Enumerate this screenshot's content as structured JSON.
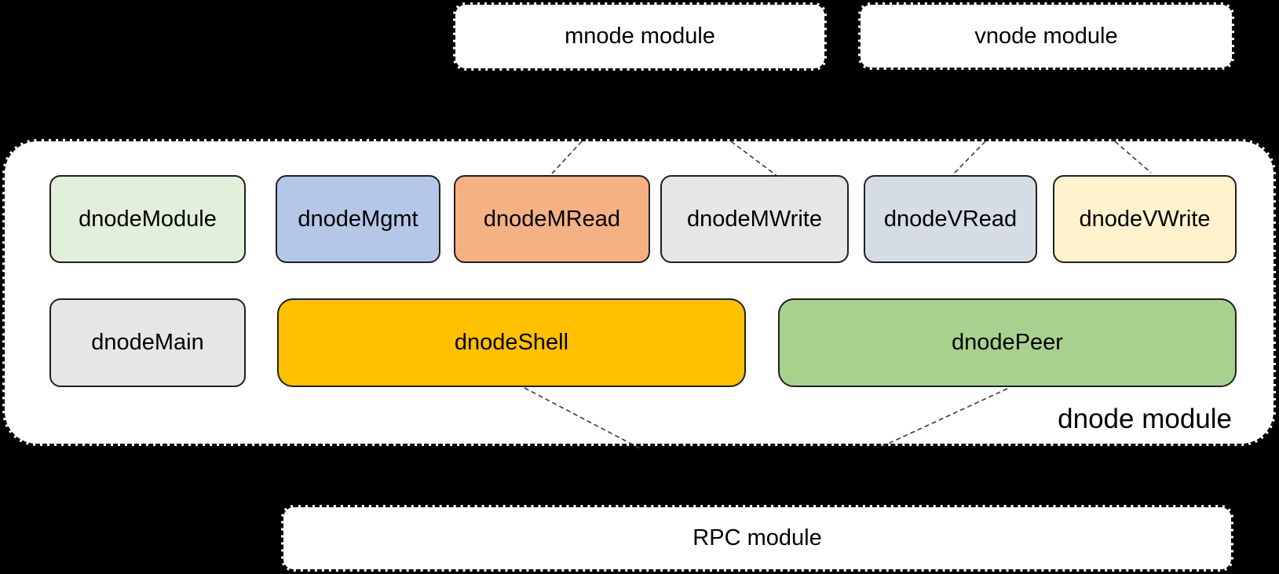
{
  "diagram": {
    "background_color": "#000000",
    "top_modules": [
      {
        "label": "mnode module",
        "fill": "#FFFFFF"
      },
      {
        "label": "vnode module",
        "fill": "#FFFFFF"
      }
    ],
    "dnode_container": {
      "label": "dnode module",
      "fill": "#FFFFFF",
      "row1": [
        {
          "label": "dnodeModule",
          "color": "#E2EFDA"
        },
        {
          "label": "dnodeMgmt",
          "color": "#B4C7E7"
        },
        {
          "label": "dnodeMRead",
          "color": "#F4B183"
        },
        {
          "label": "dnodeMWrite",
          "color": "#E7E6E6"
        },
        {
          "label": "dnodeVRead",
          "color": "#D6DCE4"
        },
        {
          "label": "dnodeVWrite",
          "color": "#FFF2CC"
        }
      ],
      "row2": [
        {
          "label": "dnodeMain",
          "color": "#E7E6E6"
        },
        {
          "label": "dnodeShell",
          "color": "#FFC000"
        },
        {
          "label": "dnodePeer",
          "color": "#A9D18E"
        }
      ]
    },
    "bottom_module": {
      "label": "RPC module",
      "fill": "#FFFFFF"
    },
    "connection_line_color": "#3a3a3a",
    "connections": [
      {
        "from": "mnode module",
        "to": "dnodeMRead"
      },
      {
        "from": "mnode module",
        "to": "dnodeMWrite"
      },
      {
        "from": "vnode module",
        "to": "dnodeVRead"
      },
      {
        "from": "vnode module",
        "to": "dnodeVWrite"
      },
      {
        "from": "dnodeShell",
        "to": "RPC module"
      },
      {
        "from": "dnodePeer",
        "to": "RPC module"
      }
    ]
  }
}
